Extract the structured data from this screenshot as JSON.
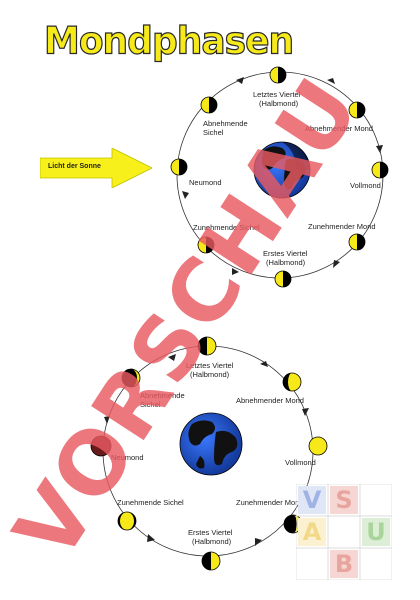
{
  "title": "Mondphasen",
  "sun_label": "Licht der Sonne",
  "diagram1": {
    "labels": {
      "letztes": "Letztes Viertel",
      "letztes_sub": "(Halbmond)",
      "abnehmende_sichel_1": "Abnehmende",
      "abnehmende_sichel_2": "Sichel",
      "abnehmender_mond": "Abnehmender Mond",
      "neumond": "Neumond",
      "vollmond": "Vollmond",
      "zunehmende_sichel": "Zunehmende Sichel",
      "zunehmender_mond": "Zunehmender Mond",
      "erstes": "Erstes Viertel",
      "erstes_sub": "(Halbmond)"
    }
  },
  "diagram2": {
    "labels": {
      "letztes": "Letztes Viertel",
      "letztes_sub": "(Halbmond)",
      "abnehmende_sichel_1": "Abnehmende",
      "abnehmende_sichel_2": "Sichel",
      "abnehmender_mond": "Abnehmender Mond",
      "neumond": "Neumond",
      "vollmond": "Vollmond",
      "zunehmende_sichel": "Zunehmende Sichel",
      "zunehmender_mond": "Zunehmender Mond",
      "erstes": "Erstes Viertel",
      "erstes_sub": "(Halbmond)"
    }
  },
  "watermark": "VORSCHAU",
  "logo_letters": [
    "V",
    "S",
    "A",
    "U",
    "B"
  ],
  "colors": {
    "title_fill": "#f6ea1a",
    "moon_yellow": "#f7e81a",
    "earth_blue": "#1f4fc8",
    "watermark_red": "#e85a62",
    "neumond_dark": "#6b1a1a"
  }
}
